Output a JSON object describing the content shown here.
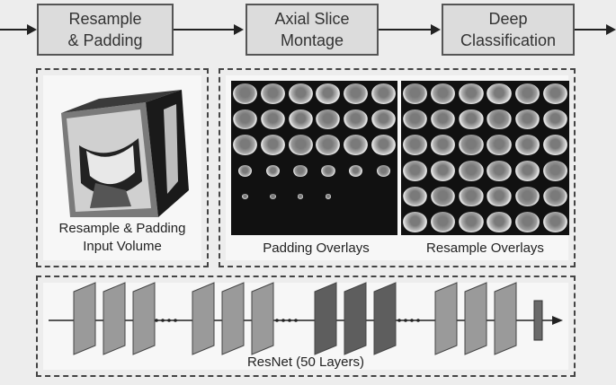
{
  "pipeline": {
    "stages": [
      {
        "line1": "Resample",
        "line2": "& Padding"
      },
      {
        "line1": "Axial Slice",
        "line2": "Montage"
      },
      {
        "line1": "Deep",
        "line2": "Classification"
      }
    ]
  },
  "input_panel": {
    "line1": "Resample & Padding",
    "line2": "Input Volume"
  },
  "overlays": {
    "padding_label": "Padding Overlays",
    "resample_label": "Resample Overlays"
  },
  "network": {
    "label": "ResNet (50 Layers)"
  },
  "colors": {
    "stage_fill": "#dcdcdc",
    "layer_light": "#9a9a9a",
    "layer_dark": "#5e5e5e",
    "layer_end": "#6a6a6a"
  }
}
